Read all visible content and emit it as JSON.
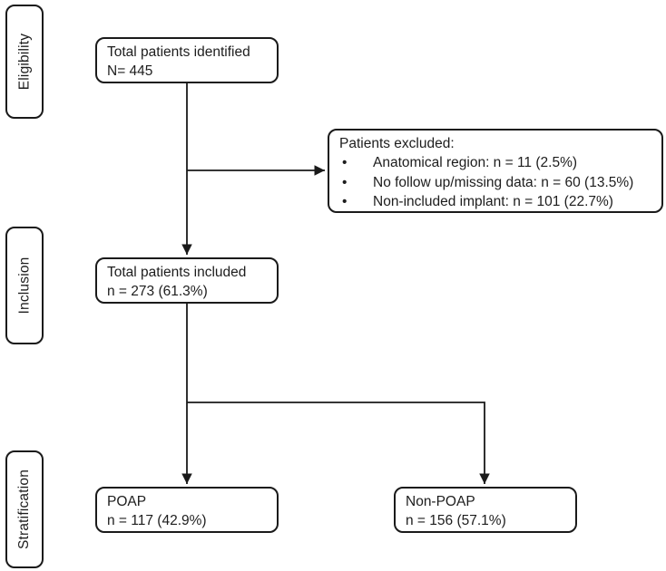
{
  "diagram": {
    "stages": [
      {
        "label": "Eligibility"
      },
      {
        "label": "Inclusion"
      },
      {
        "label": "Stratification"
      }
    ],
    "boxes": {
      "identified": {
        "line1": "Total patients identified",
        "line2": "N= 445"
      },
      "excluded": {
        "title": "Patients excluded:",
        "bullet": "•",
        "items": [
          "Anatomical region: n = 11 (2.5%)",
          "No follow up/missing data: n = 60 (13.5%)",
          "Non-included implant: n = 101 (22.7%)"
        ]
      },
      "included": {
        "line1": "Total patients included",
        "line2": "n = 273 (61.3%)"
      },
      "poap": {
        "line1": "POAP",
        "line2": "n = 117 (42.9%)"
      },
      "non_poap": {
        "line1": "Non-POAP",
        "line2": "n = 156 (57.1%)"
      }
    },
    "colors": {
      "line": "#1a1a1a",
      "background": "#ffffff",
      "text": "#1d1d1d"
    }
  }
}
